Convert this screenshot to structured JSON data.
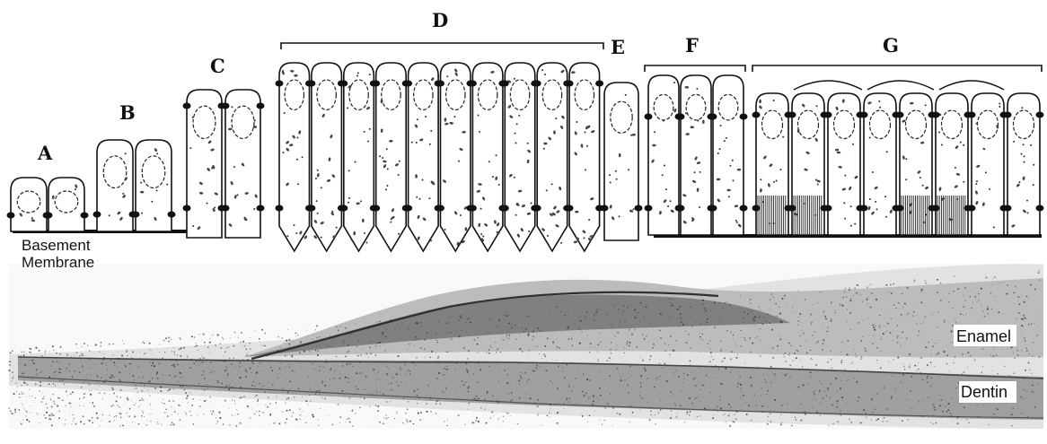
{
  "stages": {
    "a": "A",
    "b": "B",
    "c": "C",
    "d": "D",
    "e": "E",
    "f": "F",
    "g": "G"
  },
  "basement_membrane": {
    "line1": "Basement",
    "line2": "Membrane"
  },
  "tissues": {
    "enamel": "Enamel",
    "dentin": "Dentin"
  },
  "colors": {
    "ink": "#111111",
    "background": "#ffffff",
    "tissue_dark": "#2a2a2a",
    "tissue_light": "#c8c8c8"
  }
}
